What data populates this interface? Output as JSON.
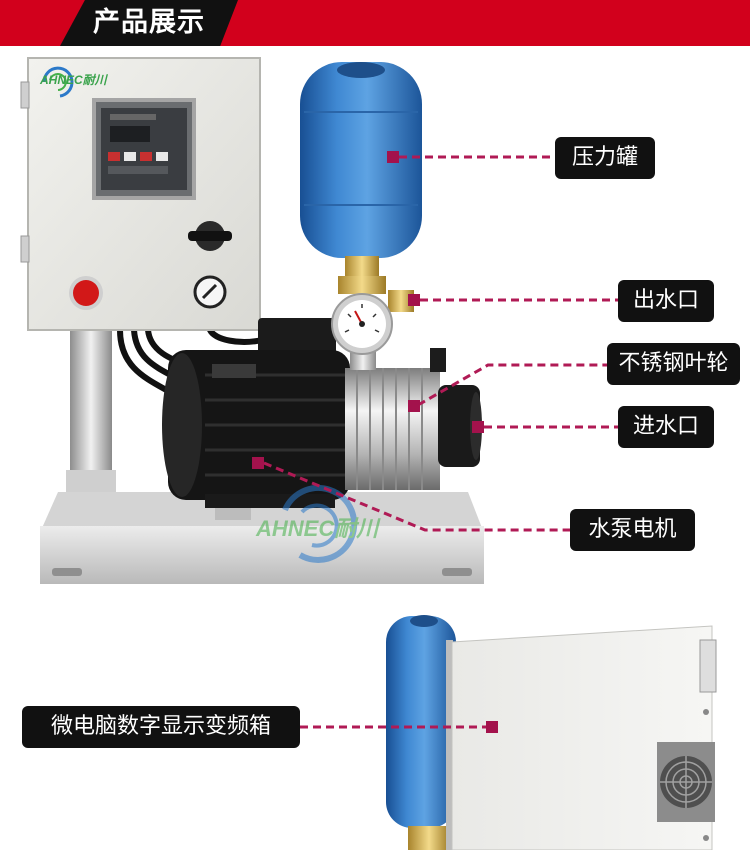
{
  "header": {
    "title": "产品展示"
  },
  "brand": {
    "logo_text": "AHNEC耐川",
    "watermark_text": "AHNEC耐川"
  },
  "callouts": [
    {
      "label": "压力罐"
    },
    {
      "label": "出水口"
    },
    {
      "label": "不锈钢叶轮"
    },
    {
      "label": "进水口"
    },
    {
      "label": "水泵电机"
    },
    {
      "label": "微电脑数字显示变频箱"
    }
  ],
  "colors": {
    "header_bar": "#d2001c",
    "header_tab": "#111111",
    "callout_bg": "#111111",
    "callout_text": "#ffffff",
    "leader_line": "#b01a55",
    "tank_blue": "#2f78c4"
  }
}
